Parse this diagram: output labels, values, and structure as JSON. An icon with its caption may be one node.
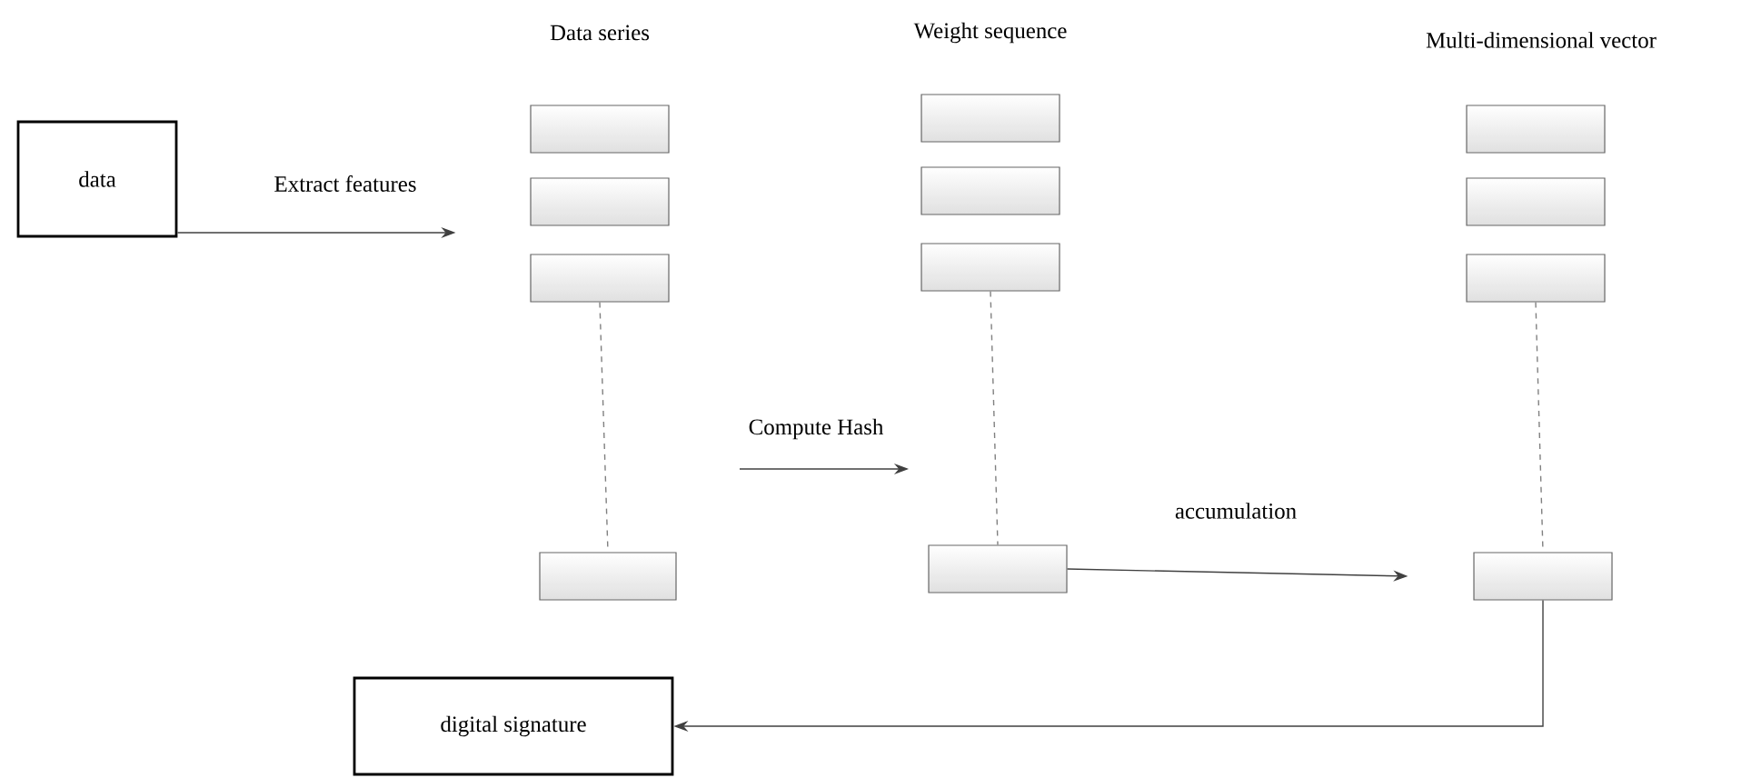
{
  "diagram": {
    "nodes": [
      {
        "text": [
          "data"
        ]
      },
      {
        "text": [],
        "shape": "box"
      },
      {
        "text": [],
        "shape": "box"
      },
      {
        "text": [],
        "shape": "box"
      },
      {
        "text": [],
        "shape": "box"
      },
      {
        "text": [],
        "shape": "box"
      },
      {
        "text": [],
        "shape": "box"
      },
      {
        "text": [],
        "shape": "box"
      },
      {
        "text": [],
        "shape": "box"
      },
      {
        "text": [],
        "shape": "box"
      },
      {
        "text": [],
        "shape": "box"
      },
      {
        "text": [],
        "shape": "box"
      },
      {
        "text": [],
        "shape": "box"
      },
      {
        "text": [
          "digital signature"
        ]
      }
    ],
    "edges": [
      {
        "from": 0,
        "to": null,
        "arrow": "to",
        "label": "Extract features"
      },
      {
        "from": 3,
        "to": 4,
        "arrow": "none",
        "style": "dashed",
        "color": "#808080"
      },
      {
        "from": 7,
        "to": 8,
        "arrow": "none",
        "style": "dashed",
        "color": "#808080"
      },
      {
        "from": 11,
        "to": 12,
        "arrow": "none",
        "style": "dashed",
        "color": "#808080"
      },
      {
        "from": 8,
        "to": 12,
        "arrow": "to",
        "label": "accumulation"
      },
      {
        "from": 12,
        "to": 13,
        "arrow": "to"
      }
    ],
    "labels": [
      "Data series",
      "Weight sequence",
      "Multi-dimensional vector",
      "Compute Hash"
    ]
  }
}
